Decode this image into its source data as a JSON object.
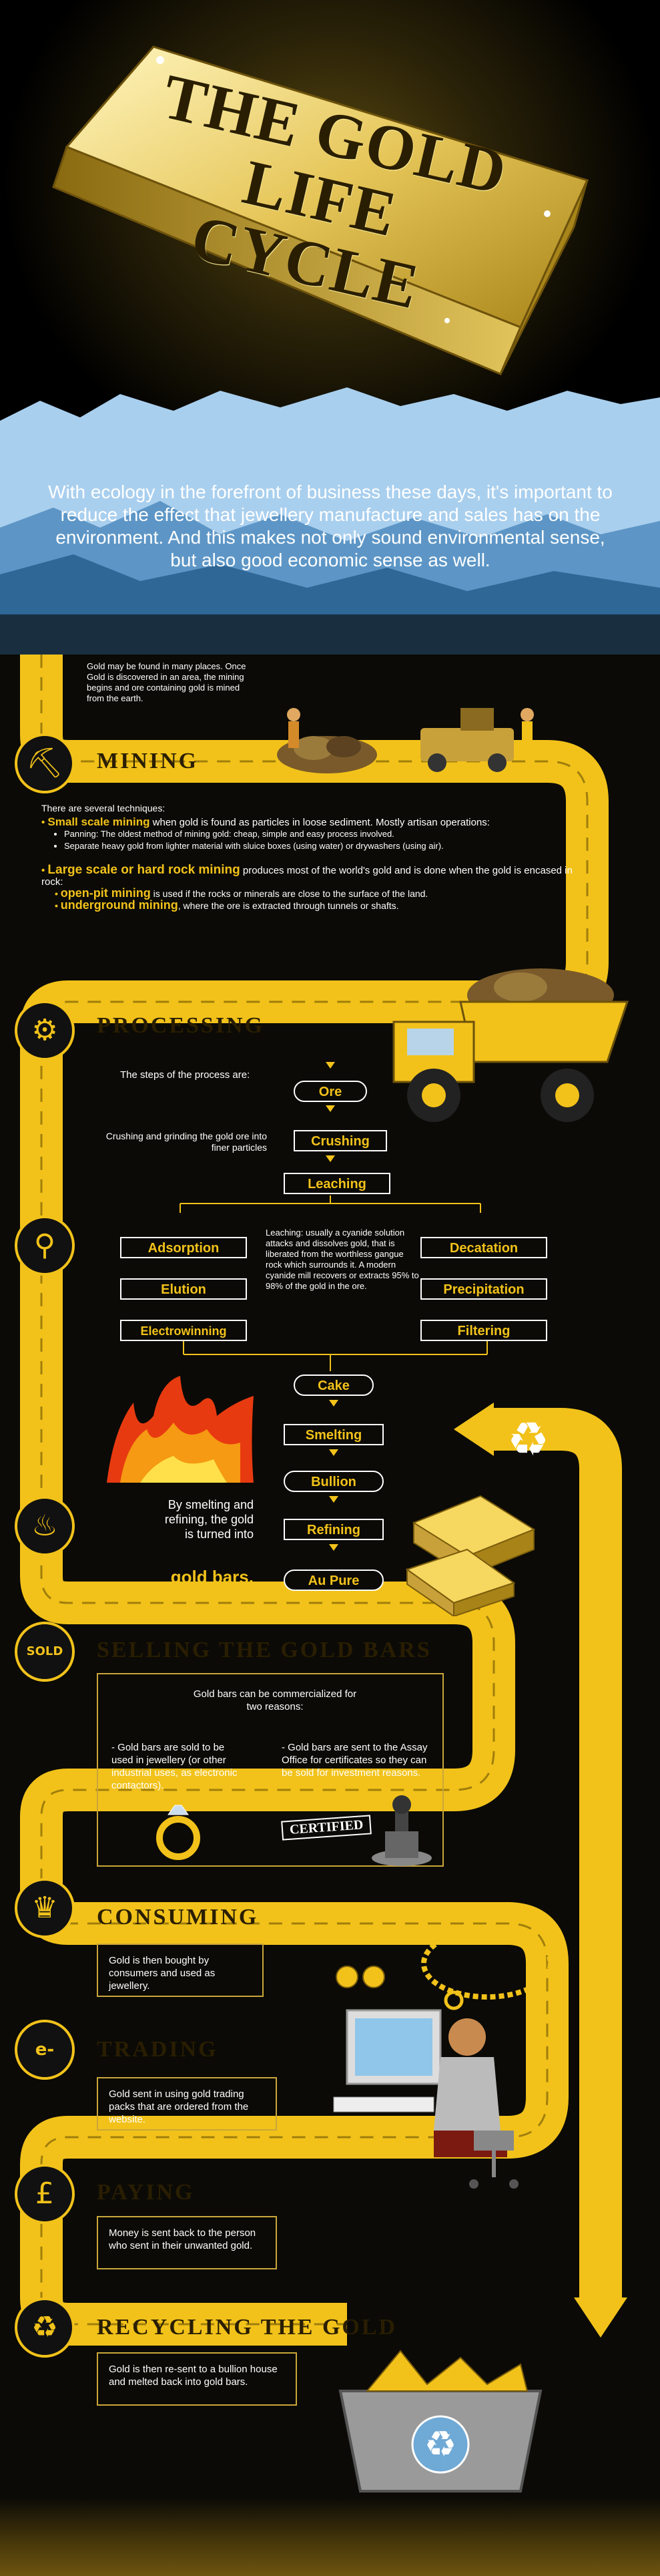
{
  "header": {
    "title_line1": "THE GOLD",
    "title_line2": "LIFE CYCLE",
    "intro": "With ecology in the forefront of business these days, it's important to reduce the effect that jewellery manufacture and sales has on the environment. And this makes not only sound environmental sense, but also good economic sense as well."
  },
  "mining": {
    "title": "MINING",
    "intro": "Gold may be found in many places. Once Gold is discovered in an area, the mining begins and ore containing gold is mined from the earth.",
    "techniques_label": "There are several techniques:",
    "small_scale_title": "Small scale mining",
    "small_scale_text": " when gold is found as particles in loose sediment. Mostly artisan operations:",
    "small_points": [
      "Panning: The oldest method of mining gold: cheap, simple and easy process involved.",
      "Separate heavy gold from lighter material with sluice boxes (using water) or drywashers (using air)."
    ],
    "large_scale_title": "Large scale or hard rock mining",
    "large_scale_text": " produces most of the world's gold and is done when the gold is encased in rock:",
    "openpit_title": "open-pit mining",
    "openpit_text": " is used if the rocks or minerals are close to the surface of the land.",
    "underground_title": "underground mining",
    "underground_text": ", where the ore is extracted through tunnels or shafts."
  },
  "processing": {
    "title": "PROCESSING",
    "steps_label": "The steps of the process are:",
    "crushing_note": "Crushing and grinding the gold ore into finer particles",
    "ore": "Ore",
    "crushing": "Crushing",
    "leaching": "Leaching",
    "adsorption": "Adsorption",
    "elution": "Elution",
    "electrowinning": "Electrowinning",
    "decantation": "Decatation",
    "precipitation": "Precipitation",
    "filtering": "Filtering",
    "leaching_note": "Leaching: usually a cyanide solution attacks and dissolves gold, that is liberated from the worthless gangue rock which surrounds it. A modern cyanide mill recovers or extracts 95% to 98% of the gold in the ore.",
    "cake": "Cake",
    "smelting": "Smelting",
    "bullion": "Bullion",
    "refining": "Refining",
    "au_pure": "Au Pure",
    "smelting_note": "By smelting and refining, the gold is turned into",
    "gold_bars": "gold bars."
  },
  "selling": {
    "title": "SELLING THE GOLD BARS",
    "intro": "Gold bars can be commercialized for two reasons:",
    "reason1": "- Gold bars are sold to be used in jewellery (or other industrial uses, as electronic contactors).",
    "reason2": "- Gold bars are sent to the Assay Office for certificates so they can be sold for investment reasons.",
    "stamp": "CERTIFIED",
    "icon_label": "SOLD"
  },
  "consuming": {
    "title": "CONSUMING",
    "text": "Gold is then bought by consumers and used as jewellery."
  },
  "trading": {
    "title": "TRADING",
    "text": "Gold sent in using gold trading packs that are ordered from the website.",
    "icon_label": "e-"
  },
  "paying": {
    "title": "PAYING",
    "text": "Money is sent back to the person who sent in their unwanted gold."
  },
  "recycling": {
    "title": "RECYCLING THE GOLD",
    "text": "Gold is then re-sent to a bullion house and melted back into gold bars."
  },
  "icons": {
    "mining": "miner-icon",
    "processing": "gears-icon",
    "magnifier": "magnifier-icon",
    "fire": "fire-icon",
    "selling": "sold-bar-icon",
    "consuming": "crown-icon",
    "trading": "computer-icon",
    "paying": "pound-icon",
    "recycling": "recycle-icon"
  },
  "colors": {
    "gold": "#f2c21a",
    "gold_dark": "#c9a63a",
    "background": "#0b0a06",
    "sky": "#6fa9d6"
  }
}
